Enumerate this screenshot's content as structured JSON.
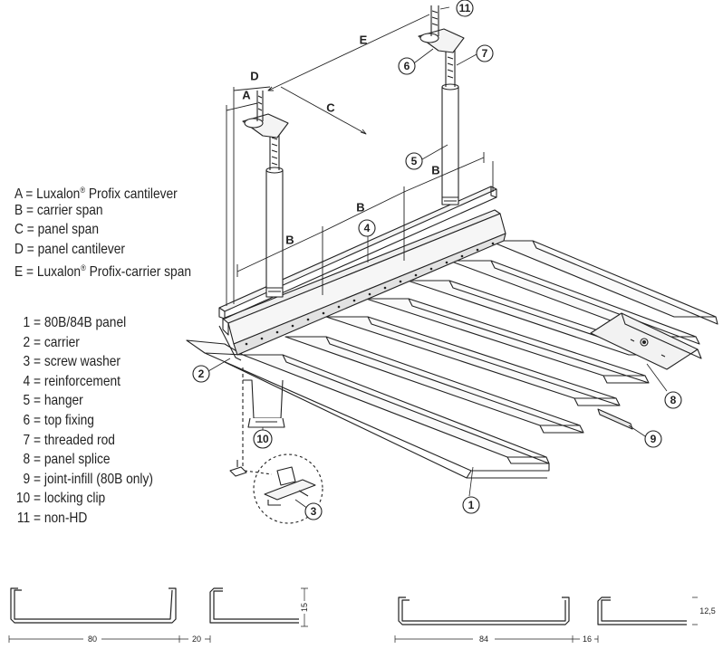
{
  "legend_dimensions": [
    {
      "key": "A",
      "eq": "=",
      "text": "Luxalon",
      "reg": "®",
      "after": " Profix cantilever"
    },
    {
      "key": "B",
      "eq": "=",
      "text": "carrier span",
      "reg": "",
      "after": ""
    },
    {
      "key": "C",
      "eq": "=",
      "text": "panel span",
      "reg": "",
      "after": ""
    },
    {
      "key": "D",
      "eq": "=",
      "text": "panel cantilever",
      "reg": "",
      "after": ""
    },
    {
      "key": "E",
      "eq": "=",
      "text": "Luxalon",
      "reg": "®",
      "after": " Profix-carrier span"
    }
  ],
  "legend_parts": [
    {
      "num": "1",
      "text": "80B/84B panel"
    },
    {
      "num": "2",
      "text": "carrier"
    },
    {
      "num": "3",
      "text": "screw washer"
    },
    {
      "num": "4",
      "text": "reinforcement"
    },
    {
      "num": "5",
      "text": "hanger"
    },
    {
      "num": "6",
      "text": "top fixing"
    },
    {
      "num": "7",
      "text": "threaded rod"
    },
    {
      "num": "8",
      "text": "panel splice"
    },
    {
      "num": "9",
      "text": "joint-infill (80B only)"
    },
    {
      "num": "10",
      "text": "locking clip"
    },
    {
      "num": "11",
      "text": "non-HD"
    }
  ],
  "dimension_labels": {
    "A": "A",
    "B1": "B",
    "B2": "B",
    "B3": "B",
    "C": "C",
    "D": "D",
    "E": "E"
  },
  "callouts": {
    "c1": "1",
    "c2": "2",
    "c3": "3",
    "c4": "4",
    "c5": "5",
    "c6": "6",
    "c7": "7",
    "c8": "8",
    "c9": "9",
    "c10": "10",
    "c11": "11"
  },
  "profiles": {
    "p80_width": "80",
    "p80_gap": "20",
    "p80_height": "15",
    "p84_width": "84",
    "p84_gap": "16",
    "p84_height": "12,5"
  }
}
